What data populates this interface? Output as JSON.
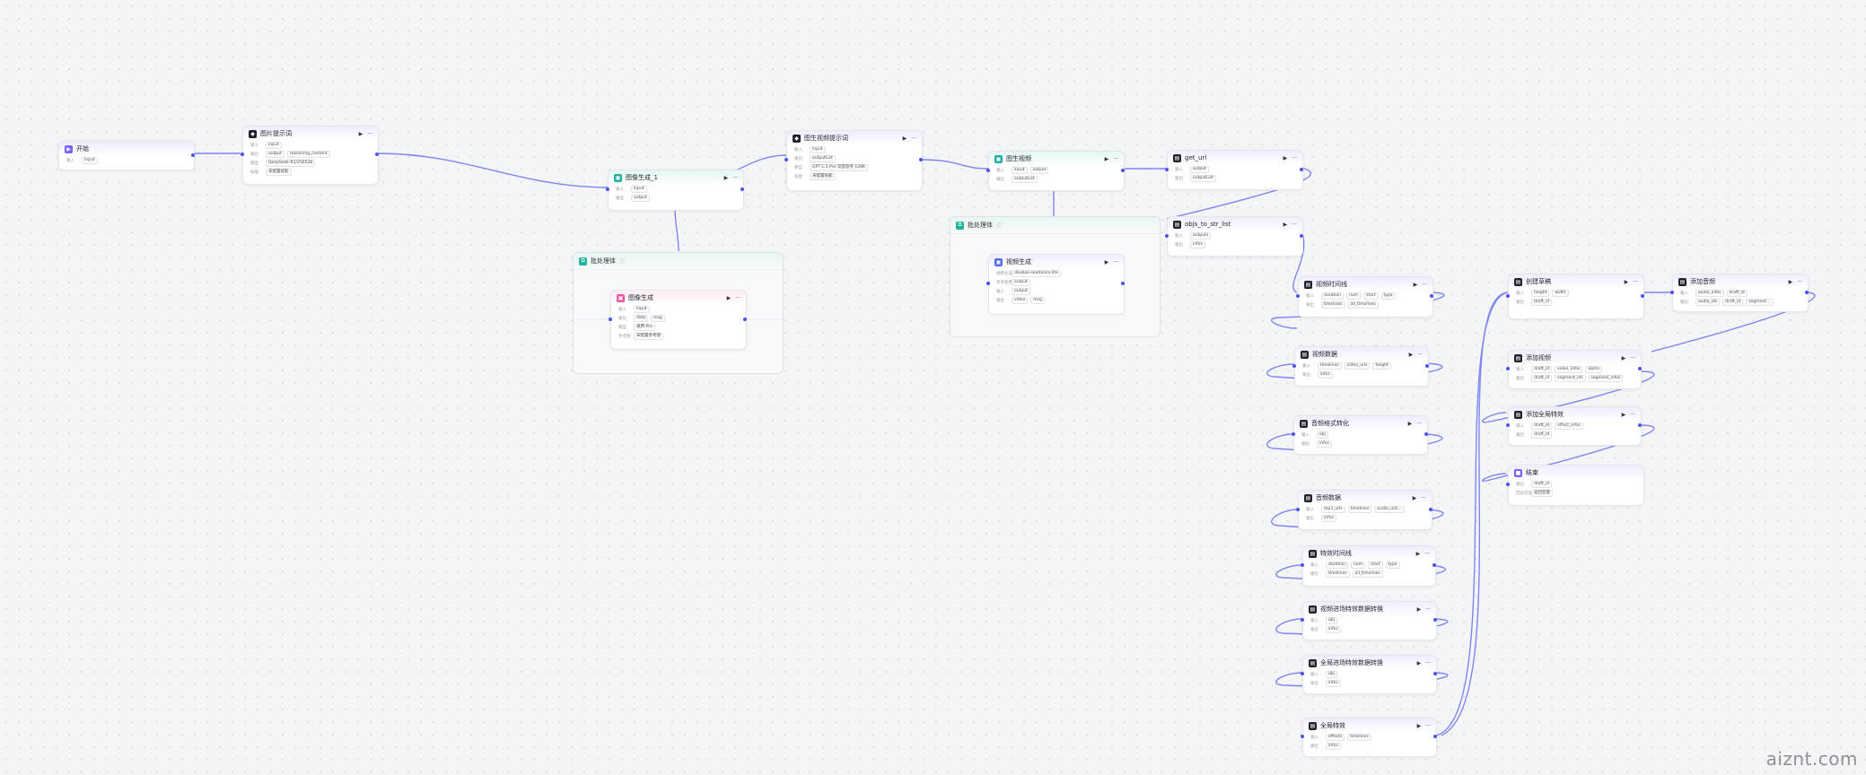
{
  "nodes": {
    "start": {
      "title": "开始",
      "rows": [
        {
          "label": "输入",
          "tags": [
            "input"
          ]
        }
      ]
    },
    "image_prompt": {
      "title": "图片提示词",
      "rows": [
        {
          "label": "输入",
          "tags": [
            "input"
          ]
        },
        {
          "label": "输出",
          "tags": [
            "output",
            "reasoning_content"
          ]
        },
        {
          "label": "模型",
          "tags": [
            "DeepSeek-R1/250528"
          ]
        },
        {
          "label": "技能",
          "tags": [
            "未配置技能"
          ]
        }
      ]
    },
    "image_gen_1": {
      "title": "图像生成_1",
      "rows": [
        {
          "label": "输入",
          "tags": [
            "input"
          ]
        },
        {
          "label": "输出",
          "tags": [
            "output"
          ]
        }
      ]
    },
    "batch_1": {
      "title": "批处理体"
    },
    "image_gen_inner": {
      "title": "图像生成",
      "rows": [
        {
          "label": "输入",
          "tags": [
            "input"
          ]
        },
        {
          "label": "输出",
          "tags": [
            "data",
            "msg"
          ]
        },
        {
          "label": "模型",
          "tags": [
            "通用-Pro"
          ]
        },
        {
          "label": "参考图",
          "tags": [
            "未配置参考图"
          ]
        }
      ]
    },
    "video_prompt": {
      "title": "图生视频提示词",
      "rows": [
        {
          "label": "输入",
          "tags": [
            "input"
          ]
        },
        {
          "label": "输出",
          "tags": [
            "outputList"
          ]
        },
        {
          "label": "模型",
          "tags": [
            "GPT-1.5-Pro-深度思考-128K"
          ]
        },
        {
          "label": "技能",
          "tags": [
            "未配置技能"
          ]
        }
      ]
    },
    "image_to_video": {
      "title": "图生视频",
      "rows": [
        {
          "label": "输入",
          "tags": [
            "input",
            "output"
          ]
        },
        {
          "label": "输出",
          "tags": [
            "outputList"
          ]
        }
      ]
    },
    "batch_2": {
      "title": "批处理体"
    },
    "video_gen": {
      "title": "视频生成",
      "rows": [
        {
          "label": "视频生成模型",
          "tags": [
            "doubao-seedance-lite"
          ]
        },
        {
          "label": "参考图像",
          "tags": [
            "output"
          ]
        },
        {
          "label": "输入",
          "tags": [
            "output"
          ]
        },
        {
          "label": "输出",
          "tags": [
            "video",
            "msg"
          ]
        }
      ]
    },
    "get_url": {
      "title": "get_url",
      "rows": [
        {
          "label": "输入",
          "tags": [
            "output"
          ]
        },
        {
          "label": "输出",
          "tags": [
            "outputList"
          ]
        }
      ]
    },
    "objs_to_str_list": {
      "title": "objs_to_str_list",
      "rows": [
        {
          "label": "输入",
          "tags": [
            "outputs"
          ]
        },
        {
          "label": "输出",
          "tags": [
            "infos"
          ]
        }
      ]
    },
    "video_timeline": {
      "title": "视频时间线",
      "rows": [
        {
          "label": "输入",
          "tags": [
            "duration",
            "num",
            "start",
            "type"
          ]
        },
        {
          "label": "输出",
          "tags": [
            "timelines",
            "all_timelines"
          ]
        }
      ]
    },
    "video_data": {
      "title": "视频数据",
      "rows": [
        {
          "label": "输入",
          "tags": [
            "timelines",
            "video_urls",
            "height"
          ]
        },
        {
          "label": "输出",
          "tags": [
            "infos"
          ]
        }
      ]
    },
    "audio_format": {
      "title": "音频格式转化",
      "rows": [
        {
          "label": "输入",
          "tags": [
            "obj"
          ]
        },
        {
          "label": "输出",
          "tags": [
            "infos"
          ]
        }
      ]
    },
    "audio_data": {
      "title": "音频数据",
      "rows": [
        {
          "label": "输入",
          "tags": [
            "mp3_urls",
            "timelines",
            "audio_urls…"
          ]
        },
        {
          "label": "输出",
          "tags": [
            "infos"
          ]
        }
      ]
    },
    "effect_timeline": {
      "title": "特效时间线",
      "rows": [
        {
          "label": "输入",
          "tags": [
            "duration",
            "num",
            "start",
            "type"
          ]
        },
        {
          "label": "输出",
          "tags": [
            "timelines",
            "all_timelines"
          ]
        }
      ]
    },
    "effect_convert_1": {
      "title": "视频进场特效数据转换",
      "rows": [
        {
          "label": "输入",
          "tags": [
            "obj"
          ]
        },
        {
          "label": "输出",
          "tags": [
            "infos"
          ]
        }
      ]
    },
    "effect_convert_2": {
      "title": "全局进场特效数据转换",
      "rows": [
        {
          "label": "输入",
          "tags": [
            "obj"
          ]
        },
        {
          "label": "输出",
          "tags": [
            "infos"
          ]
        }
      ]
    },
    "global_effect": {
      "title": "全局特效",
      "rows": [
        {
          "label": "输入",
          "tags": [
            "effects",
            "timelines"
          ]
        },
        {
          "label": "输出",
          "tags": [
            "infos"
          ]
        }
      ]
    },
    "create_draft": {
      "title": "创建草稿",
      "rows": [
        {
          "label": "输入",
          "tags": [
            "height",
            "width"
          ]
        },
        {
          "label": "输出",
          "tags": [
            "draft_id"
          ]
        }
      ]
    },
    "add_audio": {
      "title": "添加音频",
      "rows": [
        {
          "label": "输入",
          "tags": [
            "audio_infos",
            "draft_id"
          ]
        },
        {
          "label": "输出",
          "tags": [
            "audio_ids",
            "draft_id",
            "segment…"
          ]
        }
      ]
    },
    "add_video": {
      "title": "添加视频",
      "rows": [
        {
          "label": "输入",
          "tags": [
            "draft_id",
            "video_infos",
            "alpha"
          ]
        },
        {
          "label": "输出",
          "tags": [
            "draft_id",
            "segment_ids",
            "segment_infos"
          ]
        }
      ]
    },
    "add_effect": {
      "title": "添加全局特效",
      "rows": [
        {
          "label": "输入",
          "tags": [
            "draft_id",
            "effect_infos"
          ]
        },
        {
          "label": "输出",
          "tags": [
            "draft_id"
          ]
        }
      ]
    },
    "end": {
      "title": "结束",
      "rows": [
        {
          "label": "输出",
          "tags": [
            "draft_id"
          ]
        },
        {
          "label": "回答内容",
          "tags": [
            "返回变量"
          ]
        }
      ]
    }
  },
  "icons": {
    "run": "play-icon",
    "more": "more-icon",
    "info": "info-icon"
  },
  "watermark": "aiznt.com"
}
